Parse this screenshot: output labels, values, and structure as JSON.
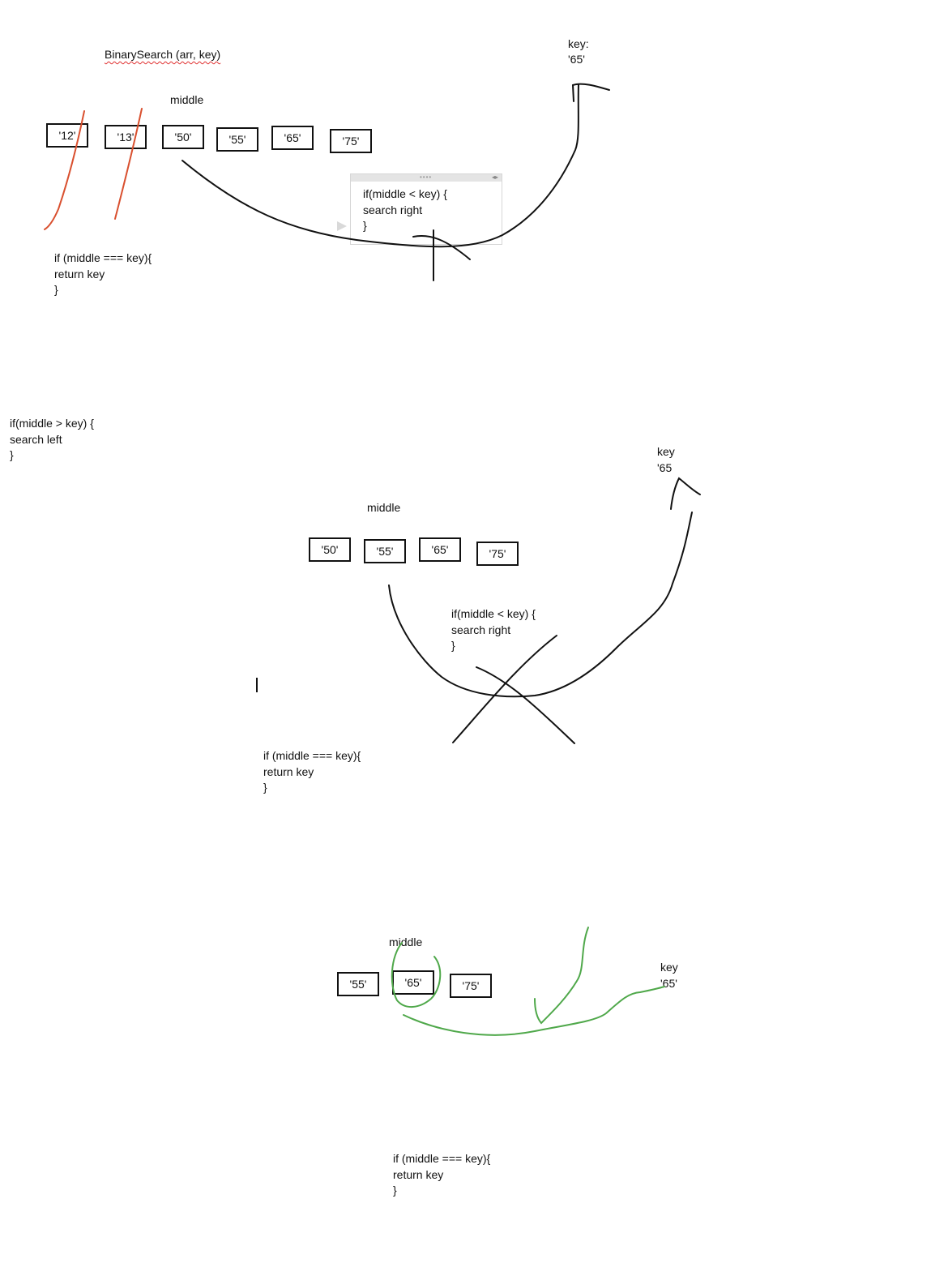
{
  "title": "BinarySearch (arr, key)",
  "step1": {
    "key_label": "key:",
    "key_value": "'65'",
    "middle_label": "middle",
    "cells": [
      "'12'",
      "'13'",
      "'50'",
      "'55'",
      "'65'",
      "'75'"
    ],
    "right_rule": [
      "if(middle < key) {",
      "search right",
      "}"
    ],
    "equal_rule": [
      "if (middle === key){",
      "return key",
      "}"
    ]
  },
  "left_rule": [
    "if(middle > key) {",
    "search left",
    "}"
  ],
  "step2": {
    "key_label": "key",
    "key_value": "'65",
    "middle_label": "middle",
    "cells": [
      "'50'",
      "'55'",
      "'65'",
      "'75'"
    ],
    "right_rule": [
      "if(middle < key) {",
      "search right",
      "}"
    ],
    "equal_rule": [
      "if (middle === key){",
      "return key",
      "}"
    ]
  },
  "step3": {
    "key_label": "key",
    "key_value": "'65'",
    "middle_label": "middle",
    "cells": [
      "'55'",
      "'65'",
      "'75'"
    ],
    "equal_rule": [
      "if (middle === key){",
      "return key",
      "}"
    ]
  },
  "colors": {
    "ink": "#111111",
    "strike": "#d9502f",
    "found": "#4fa84a"
  }
}
